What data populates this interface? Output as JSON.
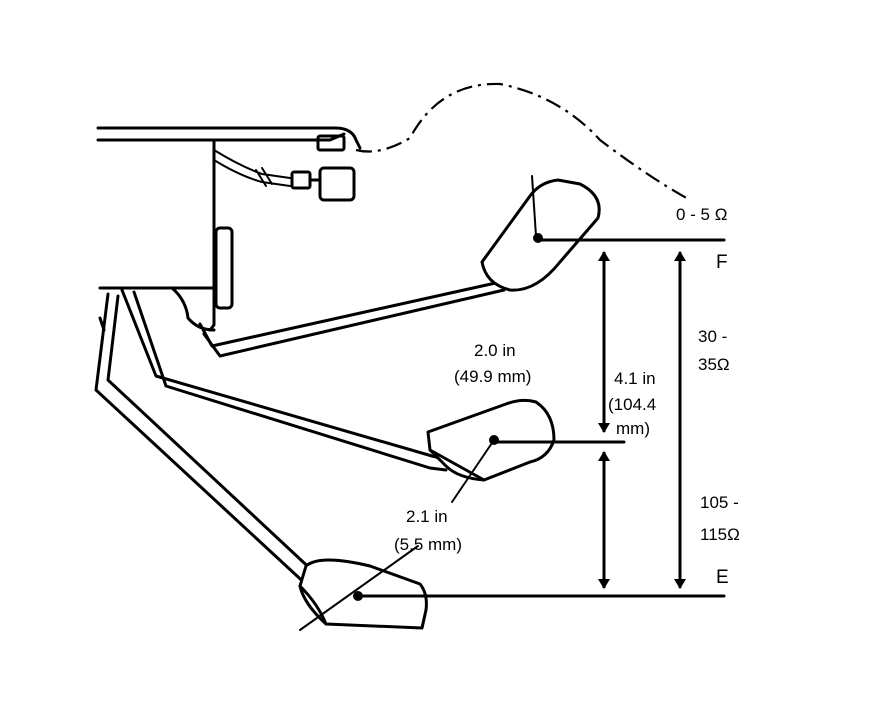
{
  "labels": {
    "resistance_full": "0 - 5 Ω",
    "mark_full": "F",
    "mark_empty": "E",
    "resistance_mid_line1": "30 -",
    "resistance_mid_line2": "35Ω",
    "resistance_empty_line1": "105 -",
    "resistance_empty_line2": "115Ω",
    "upper_gap_line1": "2.0 in",
    "upper_gap_line2": "(49.9 mm)",
    "total_travel_line1": "4.1 in",
    "total_travel_line2": "(104.4",
    "total_travel_line3": "mm)",
    "lower_gap_line1": "2.1 in",
    "lower_gap_line2": "(5.5 mm)"
  }
}
